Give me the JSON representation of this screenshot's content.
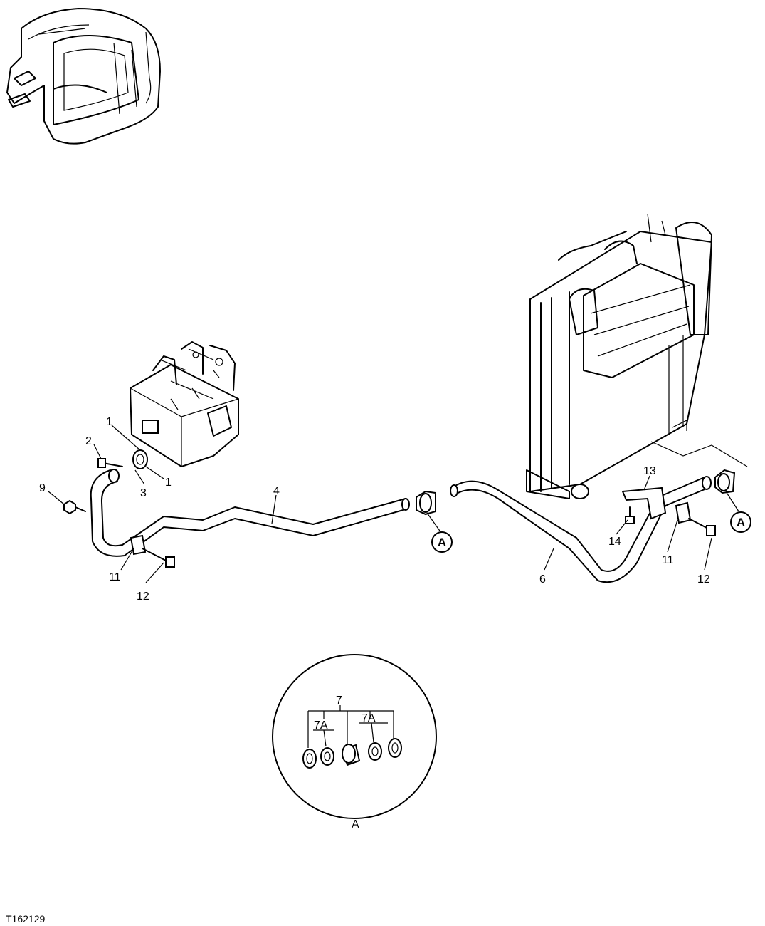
{
  "figure_id": "T162129",
  "callouts": {
    "c1a": "1",
    "c1b": "1",
    "c2": "2",
    "c3": "3",
    "c4": "4",
    "c6": "6",
    "c9": "9",
    "c11a": "11",
    "c11b": "11",
    "c12a": "12",
    "c12b": "12",
    "c13": "13",
    "c14": "14"
  },
  "detail": {
    "ref_a1": "A",
    "ref_a2": "A",
    "detail_label": "A",
    "c7": "7",
    "c7a_left": "7A",
    "c7a_right": "7A"
  }
}
